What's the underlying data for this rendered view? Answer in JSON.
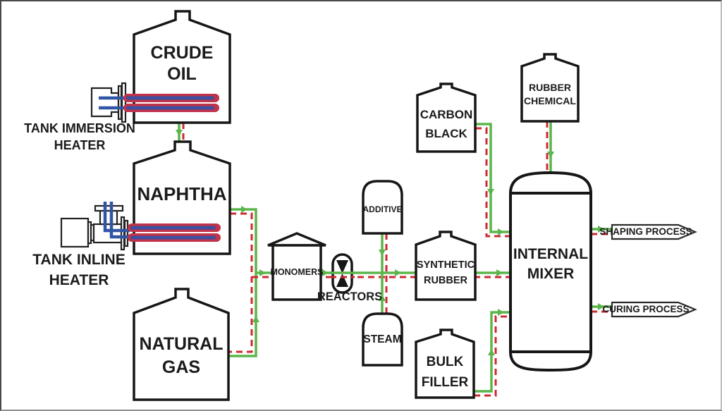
{
  "nodes": {
    "crude_oil": {
      "lines": [
        "CRUDE",
        "OIL"
      ]
    },
    "naphtha": {
      "lines": [
        "NAPHTHA"
      ]
    },
    "natural_gas": {
      "lines": [
        "NATURAL",
        "GAS"
      ]
    },
    "monomers": {
      "lines": [
        "MONOMERS"
      ]
    },
    "reactors": {
      "lines": [
        "REACTORS"
      ]
    },
    "additive": {
      "lines": [
        "ADDITIVE"
      ]
    },
    "steam": {
      "lines": [
        "STEAM"
      ]
    },
    "synthetic_rubber": {
      "lines": [
        "SYNTHETIC",
        "RUBBER"
      ]
    },
    "carbon_black": {
      "lines": [
        "CARBON",
        "BLACK"
      ]
    },
    "bulk_filler": {
      "lines": [
        "BULK",
        "FILLER"
      ]
    },
    "rubber_chemical": {
      "lines": [
        "RUBBER",
        "CHEMICAL"
      ]
    },
    "internal_mixer": {
      "lines": [
        "INTERNAL",
        "MIXER"
      ]
    },
    "immersion_heater": {
      "lines": [
        "TANK IMMERSION",
        "HEATER"
      ]
    },
    "inline_heater": {
      "lines": [
        "TANK INLINE",
        "HEATER"
      ]
    },
    "shaping_process": {
      "lines": [
        "SHAPING PROCESS"
      ]
    },
    "curing_process": {
      "lines": [
        "CURING PROCESS"
      ]
    }
  },
  "colors": {
    "flow_line_green": "#5bb54b",
    "flow_line_red_dashed": "#cd2a31",
    "heater_tube_red": "#c13349",
    "heater_tube_core_blue": "#3d4fa0",
    "heater_pipe_blue": "#2f55a4",
    "outline_black": "#161616",
    "background": "#ffffff"
  },
  "connections": [
    {
      "from": "CRUDE OIL",
      "to": "NAPHTHA"
    },
    {
      "from": "NAPHTHA",
      "to": "MONOMERS"
    },
    {
      "from": "NATURAL GAS",
      "to": "MONOMERS"
    },
    {
      "from": "MONOMERS",
      "to": "REACTORS"
    },
    {
      "from": "ADDITIVE",
      "to": "REACTORS LINE"
    },
    {
      "from": "STEAM",
      "to": "REACTORS LINE"
    },
    {
      "from": "REACTORS",
      "to": "SYNTHETIC RUBBER"
    },
    {
      "from": "SYNTHETIC RUBBER",
      "to": "INTERNAL MIXER"
    },
    {
      "from": "CARBON BLACK",
      "to": "INTERNAL MIXER"
    },
    {
      "from": "BULK FILLER",
      "to": "INTERNAL MIXER"
    },
    {
      "from": "RUBBER CHEMICAL",
      "to": "INTERNAL MIXER"
    },
    {
      "from": "INTERNAL MIXER",
      "to": "SHAPING PROCESS"
    },
    {
      "from": "INTERNAL MIXER",
      "to": "CURING PROCESS"
    }
  ]
}
